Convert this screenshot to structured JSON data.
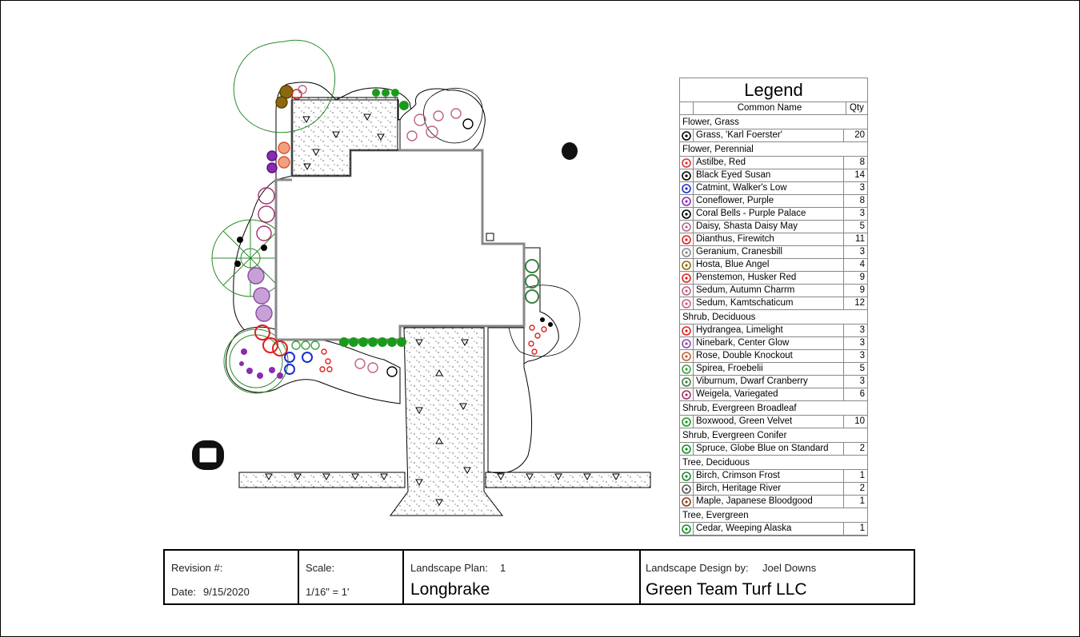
{
  "legend": {
    "title": "Legend",
    "col_name": "Common Name",
    "col_qty": "Qty",
    "groups": [
      {
        "category": "Flower, Grass",
        "items": [
          {
            "name": "Grass, 'Karl Foerster'",
            "qty": "20",
            "color": "#000000",
            "icon": "grass-symbol"
          }
        ]
      },
      {
        "category": "Flower, Perennial",
        "items": [
          {
            "name": "Astilbe, Red",
            "qty": "8",
            "color": "#e03030",
            "icon": "astilbe-symbol"
          },
          {
            "name": "Black Eyed Susan",
            "qty": "14",
            "color": "#000000",
            "icon": "black-eyed-susan-symbol"
          },
          {
            "name": "Catmint, Walker's Low",
            "qty": "3",
            "color": "#1a2fd0",
            "icon": "catmint-symbol"
          },
          {
            "name": "Coneflower, Purple",
            "qty": "8",
            "color": "#8a2bb0",
            "icon": "coneflower-symbol"
          },
          {
            "name": "Coral Bells - Purple Palace",
            "qty": "3",
            "color": "#000000",
            "icon": "coral-bells-symbol"
          },
          {
            "name": "Daisy, Shasta Daisy May",
            "qty": "5",
            "color": "#b06a8a",
            "icon": "daisy-symbol"
          },
          {
            "name": "Dianthus, Firewitch",
            "qty": "11",
            "color": "#e02020",
            "icon": "dianthus-symbol"
          },
          {
            "name": "Geranium, Cranesbill",
            "qty": "3",
            "color": "#888888",
            "icon": "geranium-symbol"
          },
          {
            "name": "Hosta, Blue Angel",
            "qty": "4",
            "color": "#8a6a10",
            "icon": "hosta-symbol"
          },
          {
            "name": "Penstemon, Husker Red",
            "qty": "9",
            "color": "#e02020",
            "icon": "penstemon-symbol"
          },
          {
            "name": "Sedum, Autumn Charrm",
            "qty": "9",
            "color": "#c06080",
            "icon": "sedum-autumn-symbol"
          },
          {
            "name": "Sedum, Kamtschaticum",
            "qty": "12",
            "color": "#c06080",
            "icon": "sedum-kamtschaticum-symbol"
          }
        ]
      },
      {
        "category": "Shrub, Deciduous",
        "items": [
          {
            "name": "Hydrangea, Limelight",
            "qty": "3",
            "color": "#e02020",
            "icon": "hydrangea-symbol"
          },
          {
            "name": "Ninebark, Center Glow",
            "qty": "3",
            "color": "#8a4aa0",
            "icon": "ninebark-symbol"
          },
          {
            "name": "Rose, Double Knockout",
            "qty": "3",
            "color": "#c0602a",
            "icon": "rose-symbol"
          },
          {
            "name": "Spirea, Froebelii",
            "qty": "5",
            "color": "#3aa040",
            "icon": "spirea-symbol"
          },
          {
            "name": "Viburnum, Dwarf Cranberry",
            "qty": "3",
            "color": "#3a8040",
            "icon": "viburnum-symbol"
          },
          {
            "name": "Weigela, Variegated",
            "qty": "6",
            "color": "#a0306a",
            "icon": "weigela-symbol"
          }
        ]
      },
      {
        "category": "Shrub, Evergreen Broadleaf",
        "items": [
          {
            "name": "Boxwood, Green Velvet",
            "qty": "10",
            "color": "#1a9a1a",
            "icon": "boxwood-symbol"
          }
        ]
      },
      {
        "category": "Shrub, Evergreen Conifer",
        "items": [
          {
            "name": "Spruce, Globe Blue on Standard",
            "qty": "2",
            "color": "#1a8a2a",
            "icon": "spruce-symbol"
          }
        ]
      },
      {
        "category": "Tree, Deciduous",
        "items": [
          {
            "name": "Birch, Crimson Frost",
            "qty": "1",
            "color": "#1a8a2a",
            "icon": "birch-crimson-symbol"
          },
          {
            "name": "Birch, Heritage River",
            "qty": "2",
            "color": "#555555",
            "icon": "birch-heritage-symbol"
          },
          {
            "name": "Maple, Japanese Bloodgood",
            "qty": "1",
            "color": "#8a3a1a",
            "icon": "maple-symbol"
          }
        ]
      },
      {
        "category": "Tree, Evergreen",
        "items": [
          {
            "name": "Cedar, Weeping Alaska",
            "qty": "1",
            "color": "#1a8a2a",
            "icon": "cedar-symbol"
          }
        ]
      }
    ]
  },
  "title_block": {
    "revision_label": "Revision #:",
    "date_label": "Date:",
    "date_value": "9/15/2020",
    "scale_label": "Scale:",
    "scale_value": "1/16\" = 1'",
    "plan_label": "Landscape Plan:",
    "plan_number": "1",
    "plan_name": "Longbrake",
    "designer_label": "Landscape Design by:",
    "designer_name": "Joel Downs",
    "company": "Green Team Turf LLC"
  },
  "colors": {
    "house_outline": "#888888",
    "bed_outline": "#000000",
    "tree_canopy": "#2a8a2a"
  }
}
